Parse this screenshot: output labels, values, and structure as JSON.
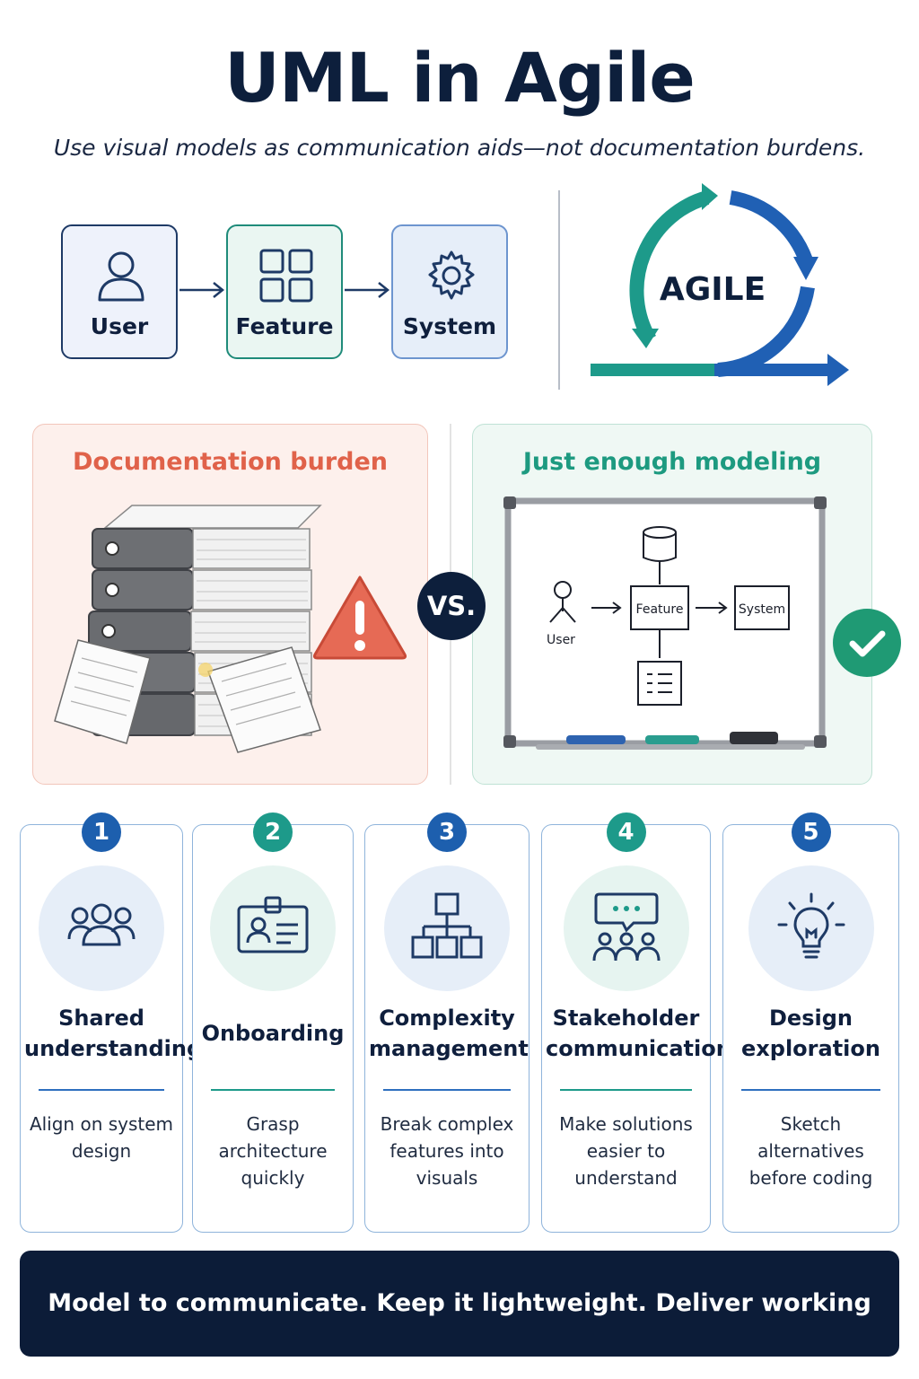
{
  "title": "UML in Agile",
  "subtitle": "Use visual models as communication aids—not documentation burdens.",
  "flow": {
    "user": "User",
    "feature": "Feature",
    "system": "System"
  },
  "agile_label": "AGILE",
  "comparison": {
    "left_title": "Documentation burden",
    "right_title": "Just enough modeling",
    "vs": "VS.",
    "whiteboard": {
      "user": "User",
      "feature": "Feature",
      "system": "System"
    }
  },
  "benefits": [
    {
      "number": "1",
      "title": "Shared understanding",
      "description": "Align on system design",
      "icon": "team-icon"
    },
    {
      "number": "2",
      "title": "Onboarding",
      "description": "Grasp architecture quickly",
      "icon": "id-badge-icon"
    },
    {
      "number": "3",
      "title": "Complexity management",
      "description": "Break complex features into visuals",
      "icon": "hierarchy-icon"
    },
    {
      "number": "4",
      "title": "Stakeholder communication",
      "description": "Make solutions easier to understand",
      "icon": "discussion-icon"
    },
    {
      "number": "5",
      "title": "Design exploration",
      "description": "Sketch alternatives before coding",
      "icon": "lightbulb-icon"
    }
  ],
  "banner": "Model to communicate. Keep it lightweight. Deliver working software.",
  "colors": {
    "navy": "#0d1f3c",
    "blue": "#1d5fae",
    "teal": "#1d9a80",
    "warning": "#e0624a"
  }
}
